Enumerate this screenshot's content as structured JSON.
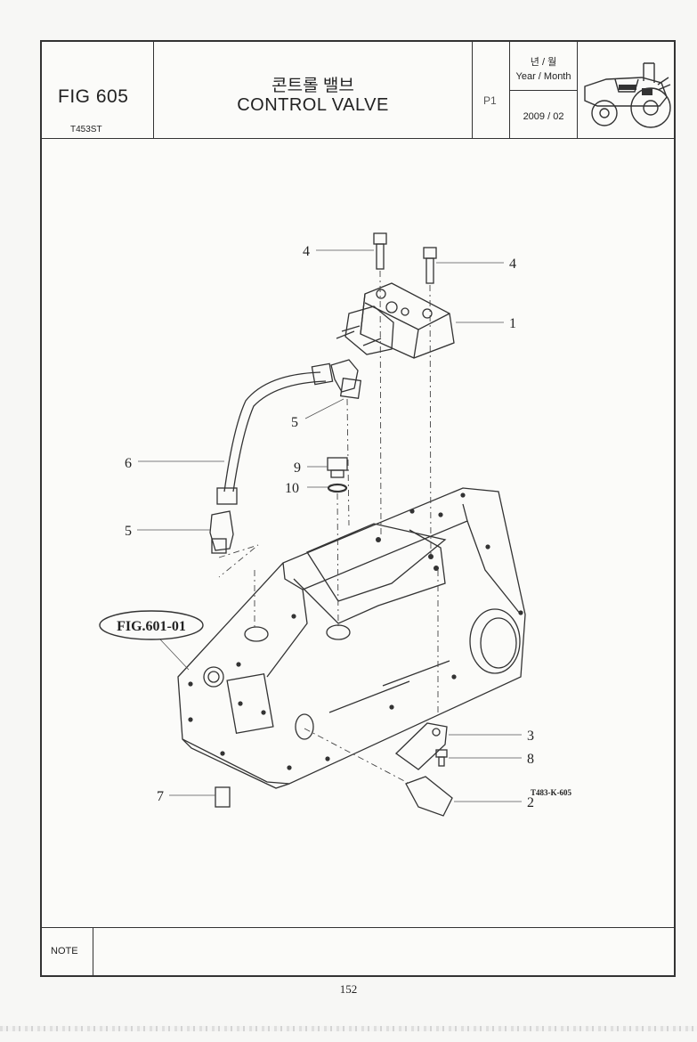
{
  "header": {
    "fig_label": "FIG 605",
    "model": "T453ST",
    "title_kr": "콘트롤 밸브",
    "title_en": "CONTROL VALVE",
    "page": "P1",
    "date_label_kr": "년 / 월",
    "date_label_en": "Year / Month",
    "date_value": "2009 / 02"
  },
  "diagram": {
    "callouts": [
      "4",
      "4",
      "1",
      "5",
      "6",
      "9",
      "10",
      "5",
      "3",
      "8",
      "2",
      "7"
    ],
    "reference_fig": "FIG.601-01",
    "drawing_code": "T483-K-605"
  },
  "note_label": "NOTE",
  "page_number": "152"
}
